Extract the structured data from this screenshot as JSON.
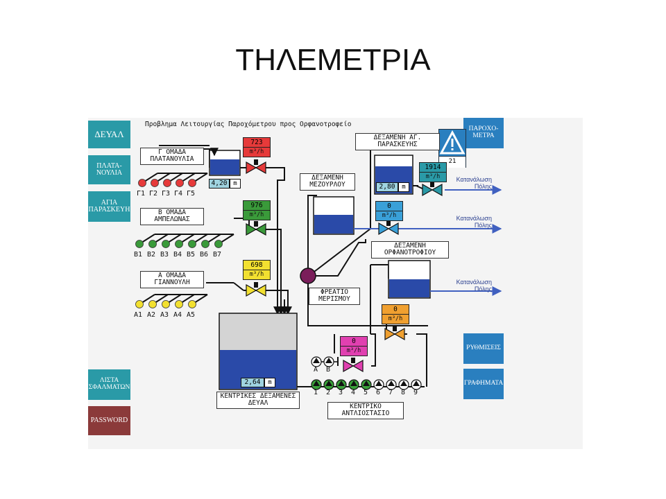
{
  "slide": {
    "title": "ΤΗΛΕΜΕΤΡΙΑ"
  },
  "screen": {
    "status_message": "Πρoβλημα Λειτoυργίας Παρoχόμετρoυ πρoς Oρφανoτρoφείo",
    "alarm_count": "21"
  },
  "sidebar_left": [
    {
      "label": "ΔΕΥΑΛ",
      "color": "#2a9aa7"
    },
    {
      "label": "ΠΛΑΤΑ-ΝΟΥΛΙΑ",
      "color": "#2a9aa7"
    },
    {
      "label": "ΑΓΙΑ ΠΑΡΑΣΚΕΥΗ",
      "color": "#2a9aa7"
    },
    {
      "label": "ΛΙΣΤΑ ΣΦΑΛΜΑΤΩΝ",
      "color": "#2a9aa7"
    },
    {
      "label": "PASSWORD",
      "color": "#8b3a3a"
    }
  ],
  "sidebar_right": [
    {
      "label": "ΠΑΡΟΧΟ-ΜΕΤΡΑ",
      "color": "#2a7fbf"
    },
    {
      "label": "ΡΥΘΜΙΣΕΙΣ",
      "color": "#2a7fbf"
    },
    {
      "label": "ΓΡΑΦΗΜΑΤΑ",
      "color": "#2a7fbf"
    }
  ],
  "groups": {
    "gamma": {
      "label": "Γ ΟΜΑΔΑ ΠΛΑΤΑΝΟΥΛΙΑ",
      "wells": [
        "Γ1",
        "Γ2",
        "Γ3",
        "Γ4",
        "Γ5"
      ],
      "well_color": "#e63a3a",
      "flow": "723",
      "unit": "m³/h",
      "meter_color": "#e63a3a"
    },
    "beta": {
      "label": "Β ΟΜΑΔΑ ΑΜΠΕΛΩΝΑΣ",
      "wells": [
        "Β1",
        "Β2",
        "Β3",
        "Β4",
        "Β5",
        "Β6",
        "Β7"
      ],
      "well_color": "#3a9a3a",
      "flow": "976",
      "unit": "m³/h",
      "meter_color": "#3a9a3a"
    },
    "alpha": {
      "label": "Α ΟΜΑΔΑ ΓΙΑΝΝΟΥΛΗ",
      "wells": [
        "Α1",
        "Α2",
        "Α3",
        "Α4",
        "Α5"
      ],
      "well_color": "#f2e030",
      "flow": "698",
      "unit": "m³/h",
      "meter_color": "#f2e030"
    }
  },
  "tanks": {
    "platanoulia": {
      "level": "4,20",
      "unit": "m"
    },
    "central": {
      "label": "ΚΕΝΤΡΙΚΕΣ ΔΕΞΑΜΕΝΕΣ ΔΕΥΑΛ",
      "level": "2,64",
      "unit": "m"
    },
    "mezourlo": {
      "label": "ΔΕΞΑΜΕΝΗ ΜΕΖΟΥΡΛΟΥ"
    },
    "ag_paraskevi": {
      "label": "ΔΕΞΑΜΕΝΗ ΑΓ. ΠΑΡΑΣΚΕΥΗΣ",
      "level": "2,80",
      "unit": "m"
    },
    "orfanotrofio": {
      "label": "ΔΕΞΑΜΕΝΗ ΟΡΦΑΝΟΤΡΟΦΙΟΥ"
    }
  },
  "meters": {
    "ag_paraskevi": {
      "value": "1914",
      "unit": "m³/h",
      "color": "#2a9aa7"
    },
    "mezourlo": {
      "value": "0",
      "unit": "m³/h",
      "color": "#3aa0d8"
    },
    "orfanotrofio": {
      "value": "0",
      "unit": "m³/h",
      "color": "#f0a030"
    },
    "pumping": {
      "value": "0",
      "unit": "m³/h",
      "color": "#e040b0"
    }
  },
  "well_shaft": {
    "label": "ΦΡΕΑΤΙΟ ΜΕΡΙΣΜΟΥ"
  },
  "pump_station": {
    "label": "ΚΕΝΤΡΙΚΟ ΑΝΤΛΙΟΣΤΑΣΙΟ",
    "aux_pumps": [
      "Α",
      "Β"
    ],
    "pumps": [
      "1",
      "2",
      "3",
      "4",
      "5",
      "6",
      "7",
      "8",
      "9"
    ],
    "running": 5
  },
  "outflow_label": "Κατανάλωση Πόλης"
}
